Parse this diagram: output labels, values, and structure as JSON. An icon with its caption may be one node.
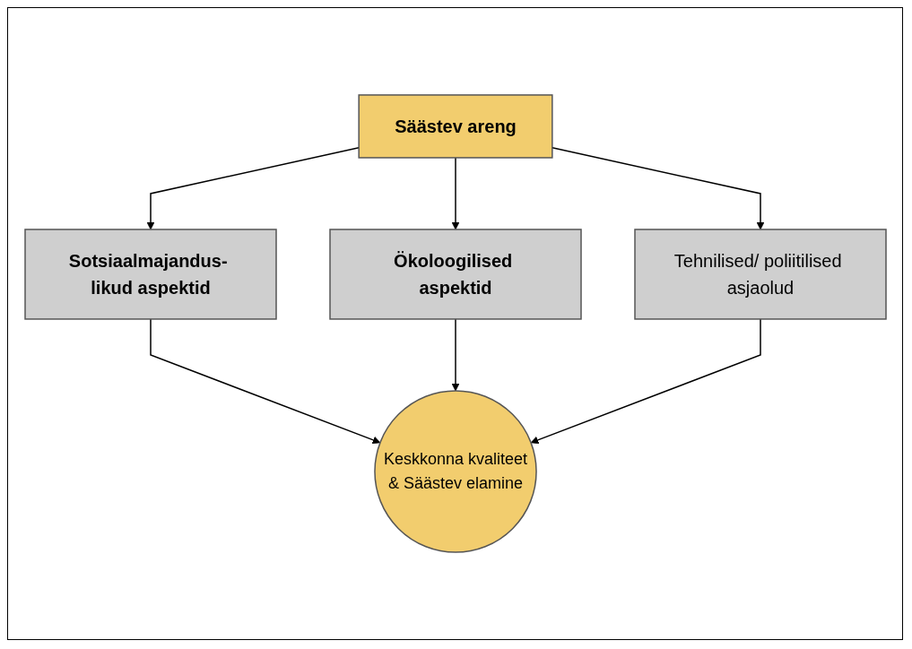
{
  "diagram": {
    "nodes": [
      {
        "text": [
          "Säästev areng"
        ]
      },
      {
        "text": [
          "Sotsiaalmajandus- likud aspektid"
        ]
      },
      {
        "text": [
          "Ökoloogilised aspektid"
        ]
      },
      {
        "text": [
          "Tehnilised/ poliitilised asjaolud"
        ]
      },
      {
        "text": [
          "Keskkonna kvaliteet",
          "& Säästev elamine"
        ]
      }
    ],
    "edges": [
      {
        "from": 0,
        "to": 1,
        "arrow": "to"
      },
      {
        "from": 0,
        "to": 2,
        "arrow": "to"
      },
      {
        "from": 0,
        "to": 3,
        "arrow": "to"
      },
      {
        "from": 1,
        "to": 4,
        "arrow": "to"
      },
      {
        "from": 2,
        "to": 4,
        "arrow": "to"
      },
      {
        "from": 3,
        "to": 4,
        "arrow": "to"
      }
    ]
  }
}
